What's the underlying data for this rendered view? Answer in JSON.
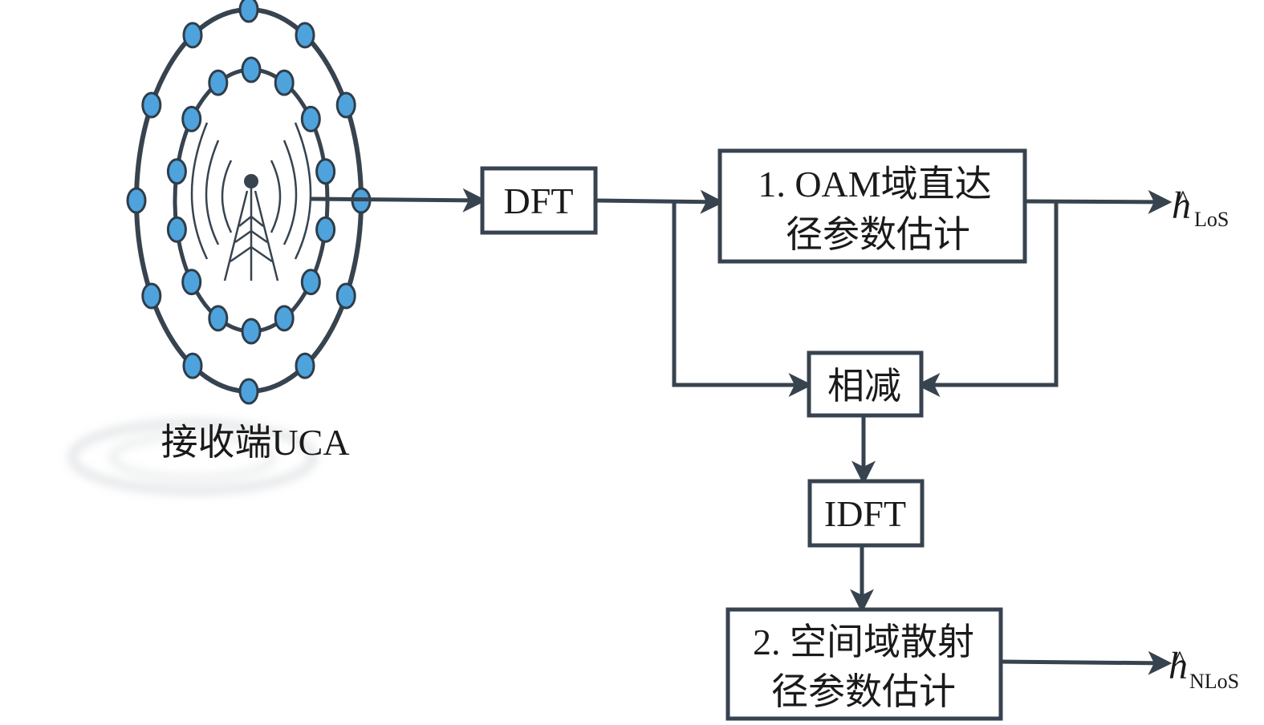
{
  "diagram": {
    "type": "flowchart",
    "antenna": {
      "label": "接收端UCA",
      "icon": "antenna-array-icon",
      "rings": 2,
      "elements_per_ring": [
        12,
        14
      ]
    },
    "nodes": {
      "dft": {
        "label": "DFT"
      },
      "los_est": {
        "line1": "1. OAM域直达",
        "line2": "径参数估计"
      },
      "subtract": {
        "label": "相减"
      },
      "idft": {
        "label": "IDFT"
      },
      "nlos_est": {
        "line1": "2. 空间域散射",
        "line2": "径参数估计"
      }
    },
    "outputs": {
      "los": {
        "symbol": "h",
        "hat": "^",
        "subscript": "LoS"
      },
      "nlos": {
        "symbol": "h",
        "hat": "^",
        "subscript": "NLoS"
      }
    },
    "edges": [
      {
        "from": "antenna",
        "to": "dft"
      },
      {
        "from": "dft",
        "to": "los_est"
      },
      {
        "from": "dft",
        "to": "subtract"
      },
      {
        "from": "los_est",
        "to": "output_los"
      },
      {
        "from": "los_est",
        "to": "subtract"
      },
      {
        "from": "subtract",
        "to": "idft"
      },
      {
        "from": "idft",
        "to": "nlos_est"
      },
      {
        "from": "nlos_est",
        "to": "output_nlos"
      }
    ],
    "colors": {
      "line": "#37434f",
      "element_fill": "#4ea3dc",
      "text": "#1a1a1a"
    }
  }
}
